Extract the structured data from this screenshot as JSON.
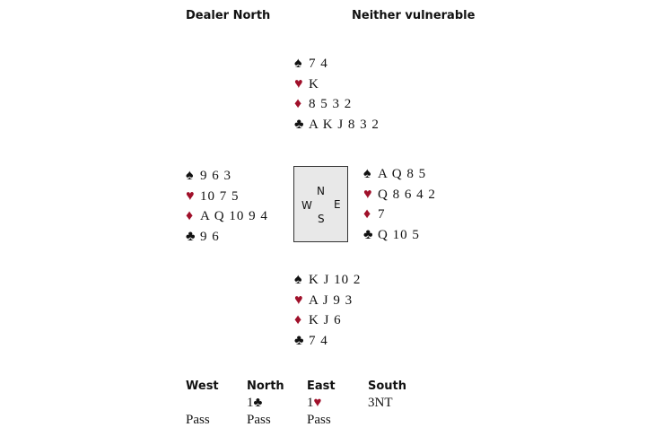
{
  "header": {
    "dealer": "Dealer North",
    "vulnerability": "Neither vulnerable"
  },
  "colors": {
    "red_suit": "#a0102a",
    "black_suit": "#111111"
  },
  "suits": {
    "spades": "♠",
    "hearts": "♥",
    "diamonds": "♦",
    "clubs": "♣"
  },
  "hands": {
    "north": {
      "spades": "7 4",
      "hearts": "K",
      "diamonds": "8 5 3 2",
      "clubs": "A K J 8 3 2"
    },
    "west": {
      "spades": "9 6 3",
      "hearts": "10 7 5",
      "diamonds": "A Q 10 9 4",
      "clubs": "9 6"
    },
    "east": {
      "spades": "A Q 8 5",
      "hearts": "Q 8 6 4 2",
      "diamonds": "7",
      "clubs": "Q 10 5"
    },
    "south": {
      "spades": "K J 10 2",
      "hearts": "A J 9 3",
      "diamonds": "K J 6",
      "clubs": "7 4"
    }
  },
  "compass": {
    "n": "N",
    "s": "S",
    "e": "E",
    "w": "W"
  },
  "auction": {
    "headers": [
      "West",
      "North",
      "East",
      "South"
    ],
    "west": [
      "",
      "Pass"
    ],
    "north": [
      "1♣",
      "Pass"
    ],
    "east": [
      "1♥",
      "Pass"
    ],
    "south": [
      "3NT",
      ""
    ]
  }
}
